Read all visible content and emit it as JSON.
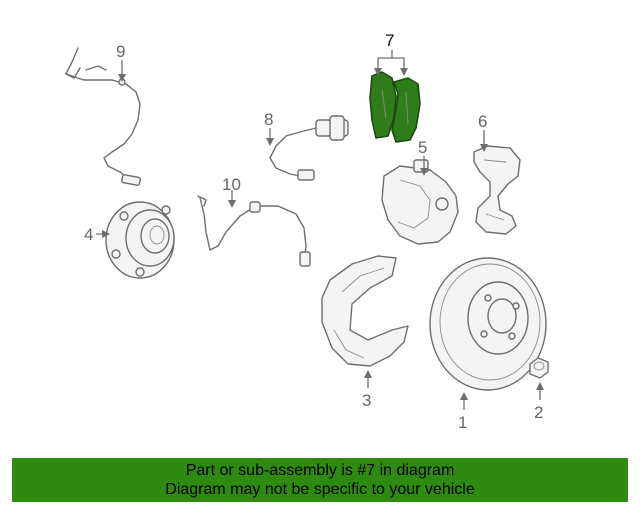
{
  "diagram": {
    "callouts": {
      "c1": "1",
      "c2": "2",
      "c3": "3",
      "c4": "4",
      "c5": "5",
      "c6": "6",
      "c7": "7",
      "c8": "8",
      "c9": "9",
      "c10": "10"
    },
    "highlight_color": "#2f7d1a"
  },
  "banner": {
    "line1": "Part or sub-assembly is #7 in diagram",
    "line2": "Diagram may not be specific to your vehicle",
    "background": "#2f8a10"
  }
}
